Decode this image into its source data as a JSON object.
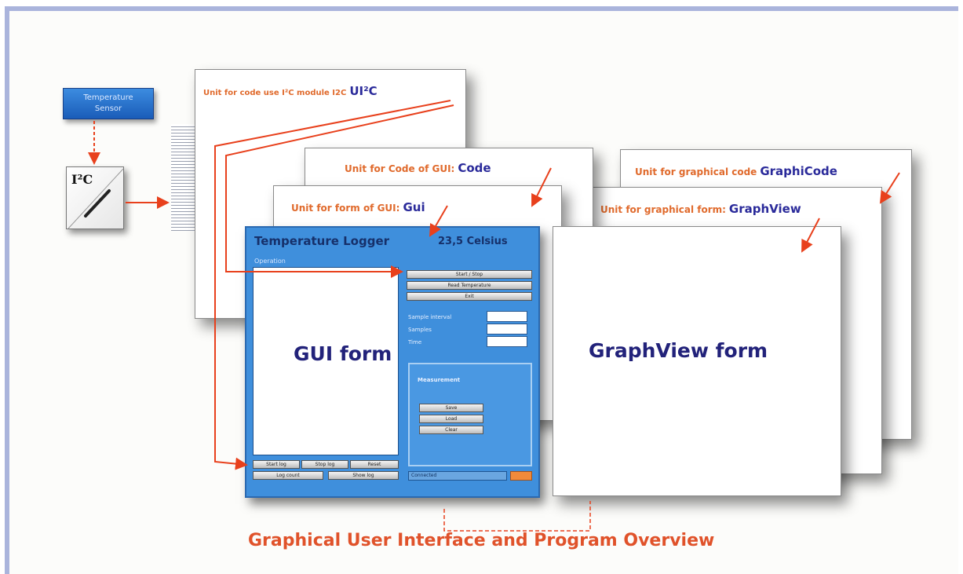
{
  "sensor": {
    "label_line1": "Temperature",
    "label_line2": "Sensor"
  },
  "converter": {
    "label": "I²C"
  },
  "units": {
    "i2c_unit": {
      "text": "Unit for code use I²C module I2C",
      "name": "UI²C"
    },
    "code_unit": {
      "text": "Unit for Code of GUI:",
      "name": "Code"
    },
    "gui_unit": {
      "text": "Unit for form of GUI:",
      "name": "Gui"
    },
    "graphcode_unit": {
      "text": "Unit for graphical code",
      "name": "GraphiCode"
    },
    "graphview_unit": {
      "text": "Unit for graphical form:",
      "name": "GraphView"
    }
  },
  "gui_window": {
    "title": "Temperature Logger",
    "reading": "23,5 Celsius",
    "menu": "Operation",
    "buttons_top": [
      "Start / Stop",
      "Read Temperature",
      "Exit"
    ],
    "field_labels": [
      "Sample interval",
      "Samples",
      "Time"
    ],
    "panel_label": "Measurement",
    "panel_buttons": [
      "Save",
      "Load",
      "Clear"
    ],
    "bottom_buttons": [
      "Start log",
      "Stop log",
      "Reset",
      "Log count",
      "Show log"
    ],
    "status": "Connected"
  },
  "labels": {
    "gui_form": "GUI form",
    "graphview_form": "GraphView form"
  },
  "caption": "Graphical User Interface and Program Overview",
  "colors": {
    "title_orange": "#e06a2c",
    "name_blue": "#2a2a9a",
    "arrow_red": "#e8401c",
    "gui_blue": "#3f8fdc",
    "caption_red": "#e0522a"
  }
}
